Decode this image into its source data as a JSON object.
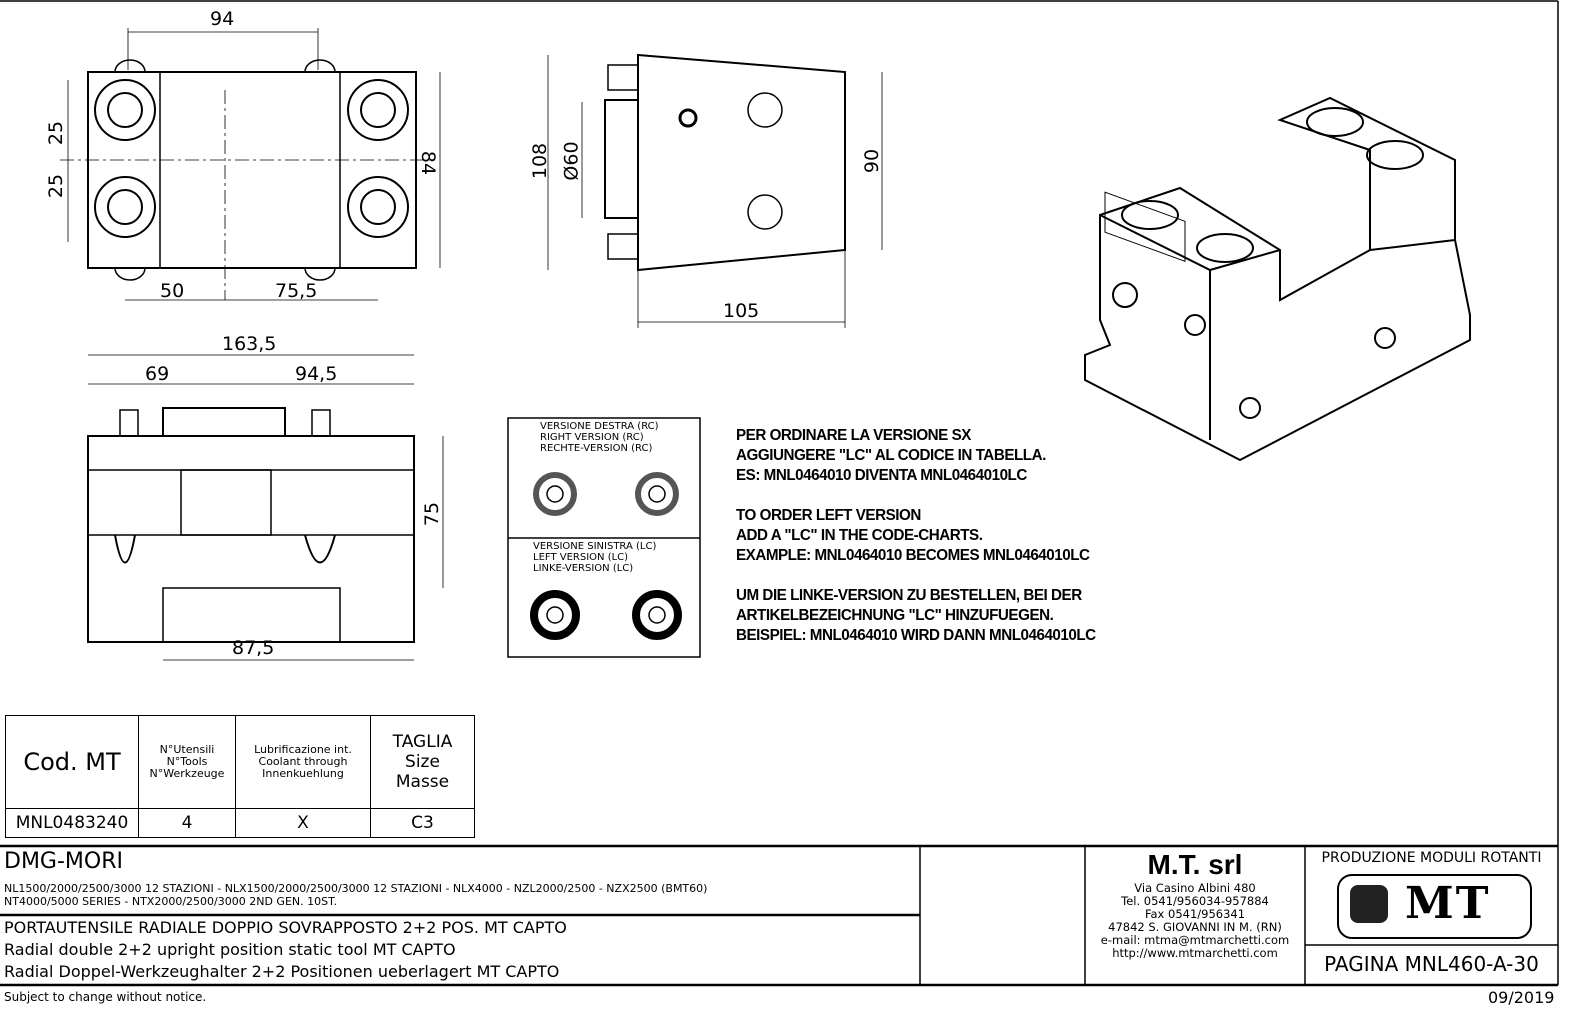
{
  "dimensions": {
    "top_view": {
      "width": "94",
      "pitch_a": "25",
      "pitch_b": "25",
      "height": "84",
      "offset_left": "50",
      "offset_right": "75,5"
    },
    "side_view": {
      "height": "108",
      "diameter": "Ø60",
      "height_inner": "90",
      "depth": "105"
    },
    "front_view": {
      "total": "163,5",
      "left": "69",
      "right": "94,5",
      "height": "75",
      "bottom": "87,5"
    }
  },
  "version_box": {
    "right_title": [
      "VERSIONE DESTRA (RC)",
      "RIGHT VERSION (RC)",
      "RECHTE-VERSION (RC)"
    ],
    "left_title": [
      "VERSIONE SINISTRA (LC)",
      "LEFT VERSION (LC)",
      "LINKE-VERSION (LC)"
    ]
  },
  "notes": [
    "PER ORDINARE LA VERSIONE SX\nAGGIUNGERE \"LC\" AL CODICE IN TABELLA.\nES: MNL0464010 DIVENTA MNL0464010LC",
    "TO ORDER LEFT VERSION\nADD A \"LC\" IN THE CODE-CHARTS.\nEXAMPLE: MNL0464010 BECOMES MNL0464010LC",
    "UM DIE LINKE-VERSION ZU BESTELLEN, BEI DER\nARTIKELBEZEICHNUNG \"LC\" HINZUFUEGEN.\nBEISPIEL: MNL0464010 WIRD DANN MNL0464010LC"
  ],
  "parts_table": {
    "headers": [
      "Cod. MT",
      "N°Utensili\nN°Tools\nN°Werkzeuge",
      "Lubrificazione int.\nCoolant through\nInnenkuehlung",
      "TAGLIA\nSize\nMasse"
    ],
    "rows": [
      [
        "MNL0483240",
        "4",
        "X",
        "C3"
      ]
    ]
  },
  "title_block": {
    "machine": "DMG-MORI",
    "models_line1": "NL1500/2000/2500/3000 12 STAZIONI - NLX1500/2000/2500/3000 12 STAZIONI - NLX4000 - NZL2000/2500 - NZX2500 (BMT60)",
    "models_line2": "NT4000/5000 SERIES - NTX2000/2500/3000 2ND GEN. 10ST.",
    "desc_it": "PORTAUTENSILE RADIALE DOPPIO SOVRAPPOSTO 2+2 POS. MT CAPTO",
    "desc_en": "Radial double 2+2 upright position static tool MT CAPTO",
    "desc_de": "Radial Doppel-Werkzeughalter 2+2 Positionen ueberlagert MT CAPTO",
    "company": "M.T. srl",
    "address": [
      "Via Casino Albini 480",
      "Tel. 0541/956034-957884",
      "Fax 0541/956341",
      "47842 S. GIOVANNI IN M. (RN)",
      "e-mail: mtma@mtmarchetti.com",
      "http://www.mtmarchetti.com"
    ],
    "division": "PRODUZIONE MODULI ROTANTI",
    "logo_text": "MT",
    "page": "PAGINA MNL460-A-30",
    "disclaimer": "Subject to change without notice.",
    "date": "09/2019"
  }
}
